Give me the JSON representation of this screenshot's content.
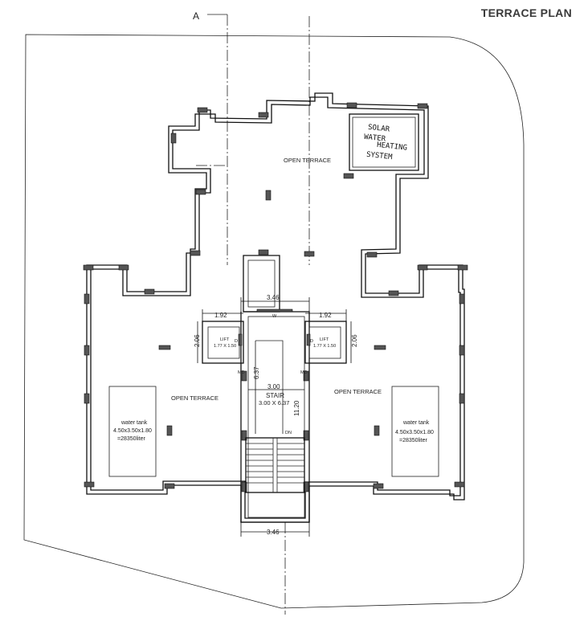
{
  "title": "TERRACE PLAN",
  "section_marker": "A",
  "rooms": {
    "open_terrace_top": "OPEN TERRACE",
    "open_terrace_left": "OPEN TERRACE",
    "open_terrace_right": "OPEN TERRACE",
    "solar": [
      "SOLAR",
      "WATER",
      "HEATING",
      "SYSTEM"
    ],
    "lift_left": {
      "name": "LIFT",
      "size": "1.77 X 1.50"
    },
    "lift_right": {
      "name": "LIFT",
      "size": "1.77 X 1.50"
    },
    "stair": {
      "name": "STAIR",
      "size": "3.00 X 6.37",
      "dn": "DN"
    },
    "tank_left": {
      "name": "water tank",
      "size": "4.50x3.50x1.80",
      "volume": "=28350liter"
    },
    "tank_right": {
      "name": "water tank",
      "size": "4.50x3.50x1.80",
      "volume": "=28350liter"
    }
  },
  "labels": {
    "md_left": "MD",
    "md_right": "MD",
    "w": "W",
    "d_left": "D",
    "d_right": "D"
  },
  "dimensions": {
    "top_width": "3.46",
    "bottom_width": "3.46",
    "lift_left_w": "1.92",
    "lift_right_w": "1.92",
    "lift_left_h": "2.06",
    "lift_right_h": "2.06",
    "stair_w": "3.00",
    "stair_h": "6.37",
    "core_h": "11.20"
  }
}
